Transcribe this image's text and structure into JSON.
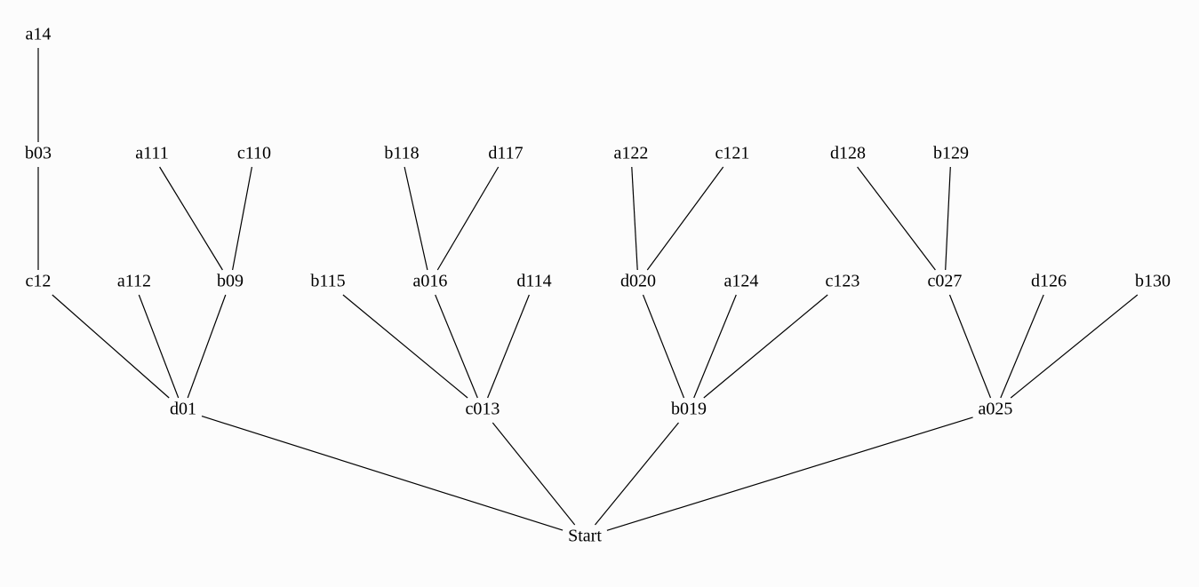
{
  "tree": {
    "root": "Start",
    "nodes": [
      "Start",
      "d01",
      "c013",
      "b019",
      "a025",
      "c12",
      "a112",
      "b09",
      "b115",
      "a016",
      "d114",
      "d020",
      "a124",
      "c123",
      "c027",
      "d126",
      "b130",
      "b03",
      "a111",
      "c110",
      "b118",
      "d117",
      "a122",
      "c121",
      "d128",
      "b129",
      "a14"
    ],
    "edges": [
      [
        "Start",
        "d01"
      ],
      [
        "Start",
        "c013"
      ],
      [
        "Start",
        "b019"
      ],
      [
        "Start",
        "a025"
      ],
      [
        "d01",
        "c12"
      ],
      [
        "d01",
        "a112"
      ],
      [
        "d01",
        "b09"
      ],
      [
        "c013",
        "b115"
      ],
      [
        "c013",
        "a016"
      ],
      [
        "c013",
        "d114"
      ],
      [
        "b019",
        "d020"
      ],
      [
        "b019",
        "a124"
      ],
      [
        "b019",
        "c123"
      ],
      [
        "a025",
        "c027"
      ],
      [
        "a025",
        "d126"
      ],
      [
        "a025",
        "b130"
      ],
      [
        "c12",
        "b03"
      ],
      [
        "b09",
        "a111"
      ],
      [
        "b09",
        "c110"
      ],
      [
        "a016",
        "b118"
      ],
      [
        "a016",
        "d117"
      ],
      [
        "d020",
        "a122"
      ],
      [
        "d020",
        "c121"
      ],
      [
        "c027",
        "d128"
      ],
      [
        "c027",
        "b129"
      ],
      [
        "b03",
        "a14"
      ]
    ]
  }
}
